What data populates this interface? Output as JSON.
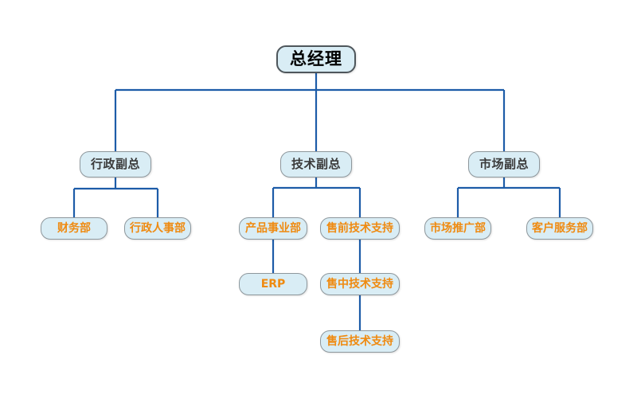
{
  "colors": {
    "background": "#ffffff",
    "line": "#1d5ca8",
    "box_fill": "#d9edf5",
    "box_border": "#8e979c",
    "root_border": "#4e565b",
    "root_text": "#000000",
    "vp_text": "#3b3b3b",
    "dept_text": "#ef8a10"
  },
  "nodes": {
    "gm": {
      "label": "总经理",
      "level": 1
    },
    "admin_vp": {
      "label": "行政副总",
      "level": 2
    },
    "tech_vp": {
      "label": "技术副总",
      "level": 2
    },
    "market_vp": {
      "label": "市场副总",
      "level": 2
    },
    "finance": {
      "label": "财务部",
      "level": 3
    },
    "admin_hr": {
      "label": "行政人事部",
      "level": 3
    },
    "product": {
      "label": "产品事业部",
      "level": 3
    },
    "presales": {
      "label": "售前技术支持",
      "level": 3
    },
    "market_promo": {
      "label": "市场推广部",
      "level": 3
    },
    "customer_service": {
      "label": "客户服务部",
      "level": 3
    },
    "erp": {
      "label": "ERP",
      "level": 4
    },
    "midsales": {
      "label": "售中技术支持",
      "level": 4
    },
    "aftersales": {
      "label": "售后技术支持",
      "level": 5
    }
  },
  "hierarchy": {
    "总经理": [
      "行政副总",
      "技术副总",
      "市场副总"
    ],
    "行政副总": [
      "财务部",
      "行政人事部"
    ],
    "技术副总": [
      "产品事业部",
      "售前技术支持"
    ],
    "市场副总": [
      "市场推广部",
      "客户服务部"
    ],
    "产品事业部": [
      "ERP"
    ],
    "售前技术支持": [
      "售中技术支持"
    ],
    "售中技术支持": [
      "售后技术支持"
    ]
  }
}
